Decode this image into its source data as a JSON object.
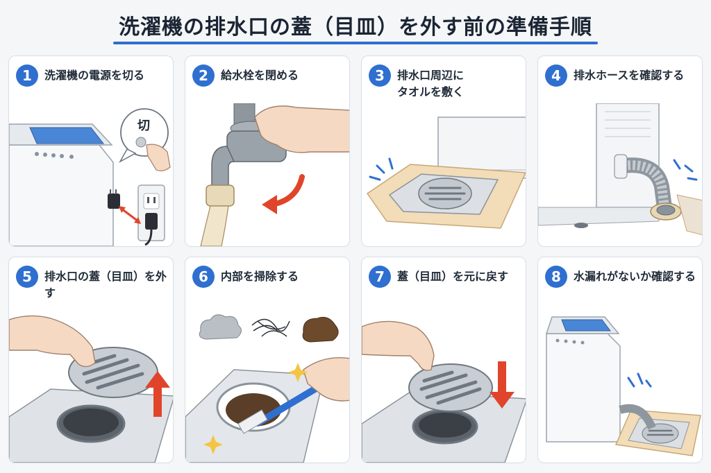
{
  "title": "洗濯機の排水口の蓋（目皿）を外す前の準備手順",
  "steps": [
    {
      "num": "1",
      "label": "洗濯機の電源を切る",
      "badge": "切"
    },
    {
      "num": "2",
      "label": "給水栓を閉める"
    },
    {
      "num": "3",
      "label": "排水口周辺に\nタオルを敷く"
    },
    {
      "num": "4",
      "label": "排水ホースを確認する"
    },
    {
      "num": "5",
      "label": "排水口の蓋（目皿）を外す"
    },
    {
      "num": "6",
      "label": "内部を掃除する"
    },
    {
      "num": "7",
      "label": "蓋（目皿）を元に戻す"
    },
    {
      "num": "8",
      "label": "水漏れがないか確認する"
    }
  ],
  "colors": {
    "accent": "#2f6fcf",
    "arrow": "#e0452b",
    "towel": "#f3dcb8",
    "metal": "#b9c0c7"
  }
}
